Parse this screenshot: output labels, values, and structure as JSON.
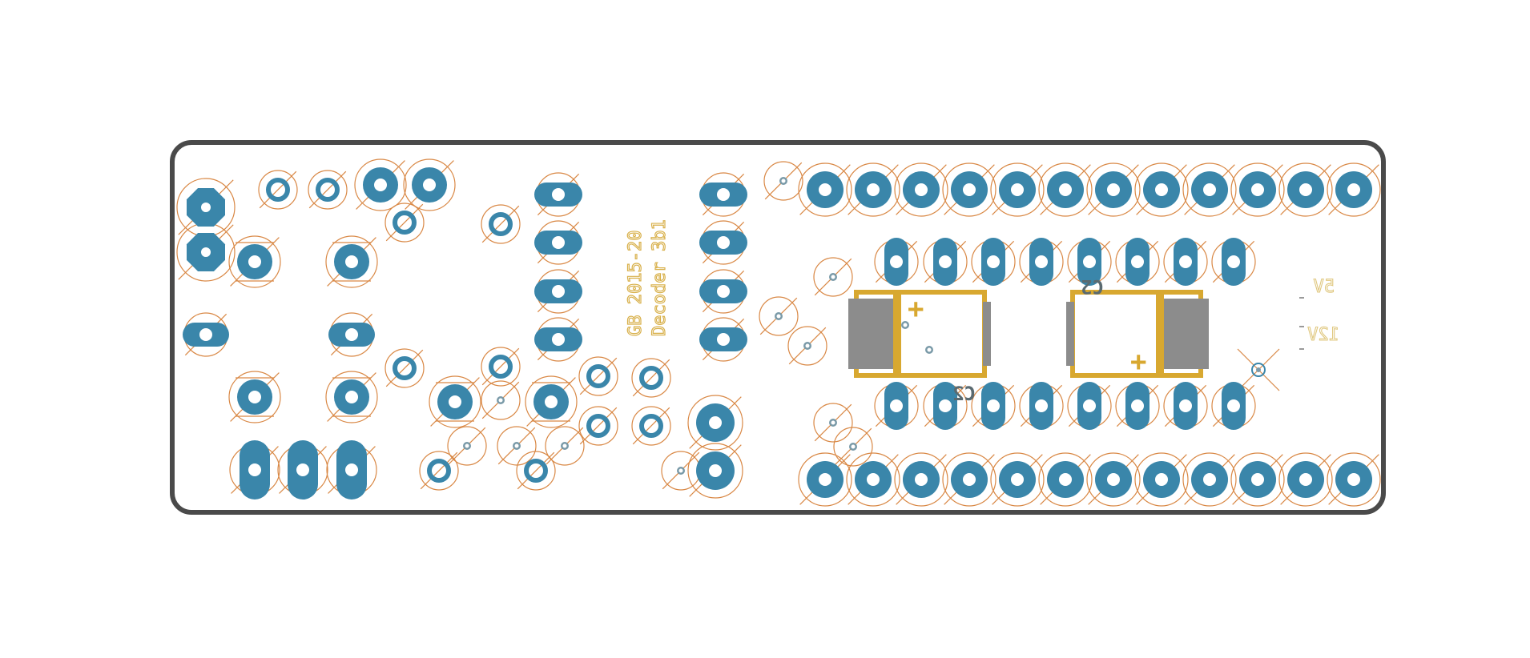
{
  "colors": {
    "background": "#ffffff",
    "board_outline": "#4a4a4a",
    "pad_copper": "#3a86aa",
    "pad_hole": "#ffffff",
    "pad_ring": "#3a86aa",
    "drill_marker": "#d98845",
    "silkscreen": "#d8b04a",
    "cap_body": "#d8a830",
    "cap_terminal": "#8c8c8c",
    "bottom_label": "#5a6a70",
    "power_label": "#e0c880"
  },
  "labels": {
    "title_line1": "GB 2015-20",
    "title_line2": "Decoder 3b1",
    "cap_left": "C2",
    "cap_right": "C2",
    "power_5v": "5V",
    "power_12v": "12V"
  }
}
